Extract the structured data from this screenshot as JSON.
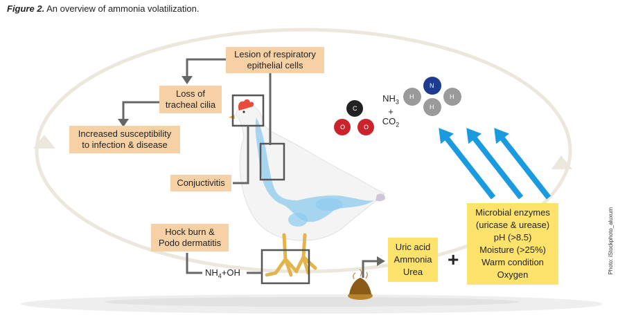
{
  "caption": {
    "figure": "Figure 2.",
    "text": " An overview of ammonia volatilization."
  },
  "boxes": {
    "lesion": [
      "Lesion of respiratory",
      "epithelial cells"
    ],
    "cilia": [
      "Loss of",
      "tracheal cilia"
    ],
    "susceptibility": [
      "Increased susceptibility",
      "to infection & disease"
    ],
    "conjunctivitis": "Conjuctivitis",
    "hock": [
      "Hock burn  &",
      "Podo dermatitis"
    ],
    "nh4": {
      "base": "NH",
      "sub": "4",
      "rest": "+OH"
    },
    "uric": [
      "Uric acid",
      "Ammonia",
      "Urea"
    ],
    "plus": "+",
    "conditions": [
      "Microbial enzymes",
      "(uricase & urease)",
      "pH (>8.5)",
      "Moisture (>25%)",
      "Warm condition",
      "Oxygen"
    ]
  },
  "molecules": {
    "formula": {
      "nh": "NH",
      "nh_sub": "3",
      "plus": "+",
      "co": "CO",
      "co_sub": "2"
    },
    "co2_atoms": {
      "carbon": "C",
      "oxygen1": "O",
      "oxygen2": "O"
    },
    "nh3_atoms": {
      "nitrogen": "N",
      "h1": "H",
      "h2": "H",
      "h3": "H"
    }
  },
  "credit": "Photo: iStockphoto_aluxum",
  "colors": {
    "tan": "#f6d1a6",
    "yellow": "#fde26b",
    "arrow_blue": "#1a9be0",
    "cycle": "#ece7dc",
    "lung": "#8ecbef"
  }
}
